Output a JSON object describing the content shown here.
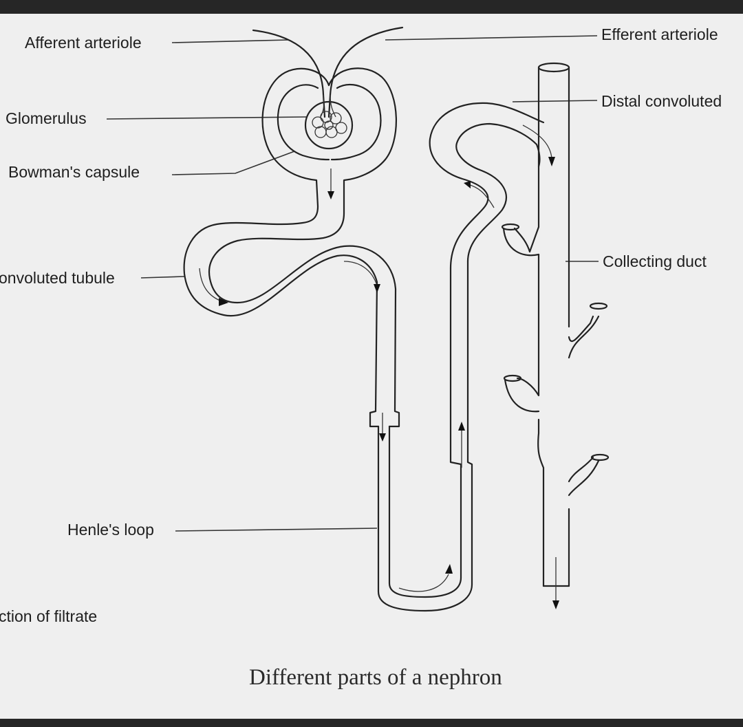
{
  "labels": {
    "afferent_arteriole": "Afferent arteriole",
    "efferent_arteriole": "Efferent arteriole",
    "glomerulus": "Glomerulus",
    "distal_convoluted": "Distal convoluted",
    "bowmans_capsule": "Bowman's capsule",
    "proximal_convoluted_tubule": "onvoluted tubule",
    "collecting_duct": "Collecting duct",
    "henles_loop": "Henle's loop",
    "direction_of_filtrate": "ction of filtrate"
  },
  "caption": "Different parts of a nephron"
}
